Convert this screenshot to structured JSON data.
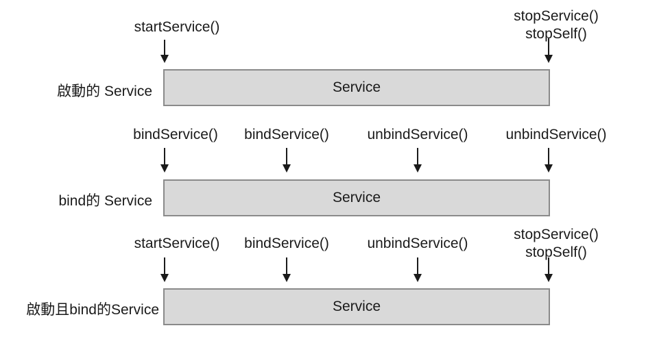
{
  "rows": [
    {
      "label": "啟動的 Service",
      "box": "Service",
      "calls": [
        {
          "lines": [
            "startService()"
          ]
        },
        {
          "lines": [
            "stopService()",
            "stopSelf()"
          ]
        }
      ]
    },
    {
      "label": "bind的 Service",
      "box": "Service",
      "calls": [
        {
          "lines": [
            "bindService()"
          ]
        },
        {
          "lines": [
            "bindService()"
          ]
        },
        {
          "lines": [
            "unbindService()"
          ]
        },
        {
          "lines": [
            "unbindService()"
          ]
        }
      ]
    },
    {
      "label": "啟動且bind的Service",
      "box": "Service",
      "calls": [
        {
          "lines": [
            "startService()"
          ]
        },
        {
          "lines": [
            "bindService()"
          ]
        },
        {
          "lines": [
            "unbindService()"
          ]
        },
        {
          "lines": [
            "stopService()",
            "stopSelf()"
          ]
        }
      ]
    }
  ],
  "colors": {
    "box_fill": "#d9d9d9",
    "box_border": "#8a8a8a",
    "text": "#1a1a1a"
  }
}
